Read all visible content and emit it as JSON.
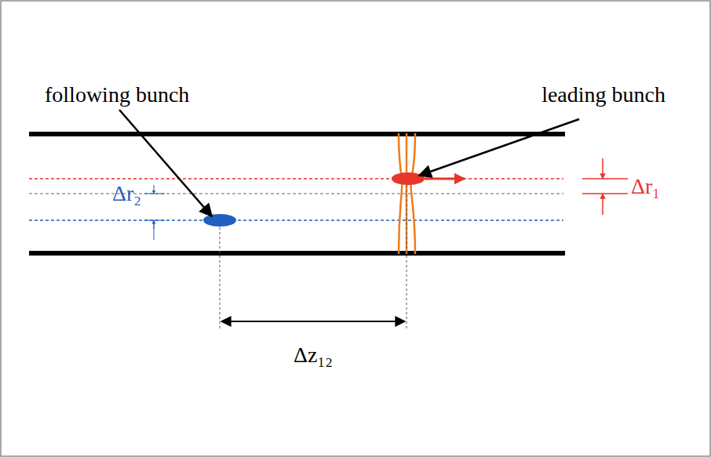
{
  "diagram": {
    "labels": [
      "following bunch",
      "leading bunch",
      "Δr₂",
      "Δr₁",
      "Δz₁₂"
    ]
  }
}
